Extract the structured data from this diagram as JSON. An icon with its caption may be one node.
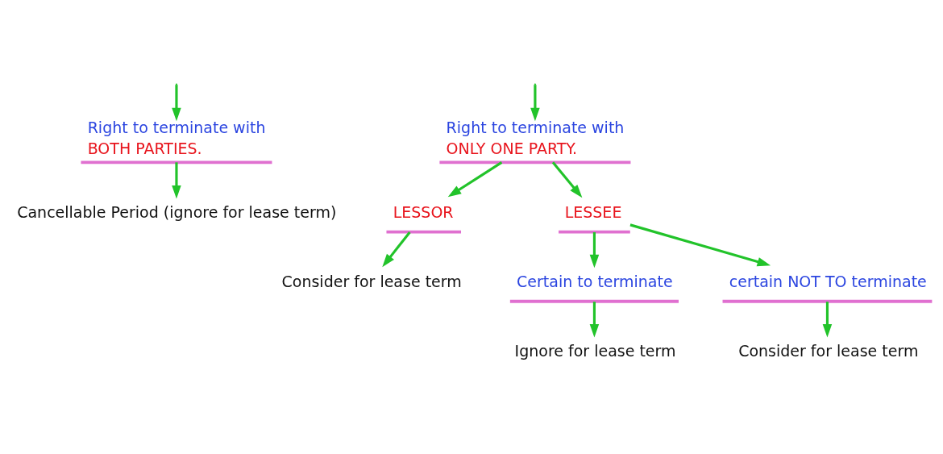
{
  "diagram": {
    "nodes": [
      {
        "text": [
          "Right to terminate with",
          "BOTH PARTIES."
        ]
      },
      {
        "text": [
          "Right to terminate with",
          "ONLY ONE PARTY."
        ]
      },
      {
        "text": [
          "Cancellable Period (ignore for lease term)"
        ]
      },
      {
        "text": [
          "LESSOR"
        ]
      },
      {
        "text": [
          "LESSEE"
        ]
      },
      {
        "text": [
          "Consider for lease term"
        ]
      },
      {
        "text": [
          "Certain to terminate"
        ]
      },
      {
        "text": [
          "certain NOT TO terminate"
        ]
      },
      {
        "text": [
          "Ignore for lease term"
        ]
      },
      {
        "text": [
          "Consider for lease term"
        ]
      }
    ],
    "edges": [
      {
        "from": null,
        "to": 0,
        "arrow": "to"
      },
      {
        "from": null,
        "to": 1,
        "arrow": "to"
      },
      {
        "from": 0,
        "to": 2,
        "arrow": "to"
      },
      {
        "from": 1,
        "to": 3,
        "arrow": "to"
      },
      {
        "from": 1,
        "to": 4,
        "arrow": "to"
      },
      {
        "from": 3,
        "to": 5,
        "arrow": "to"
      },
      {
        "from": 4,
        "to": 6,
        "arrow": "to"
      },
      {
        "from": 4,
        "to": 7,
        "arrow": "to"
      },
      {
        "from": 6,
        "to": 8,
        "arrow": "to"
      },
      {
        "from": 7,
        "to": 9,
        "arrow": "to"
      }
    ]
  }
}
